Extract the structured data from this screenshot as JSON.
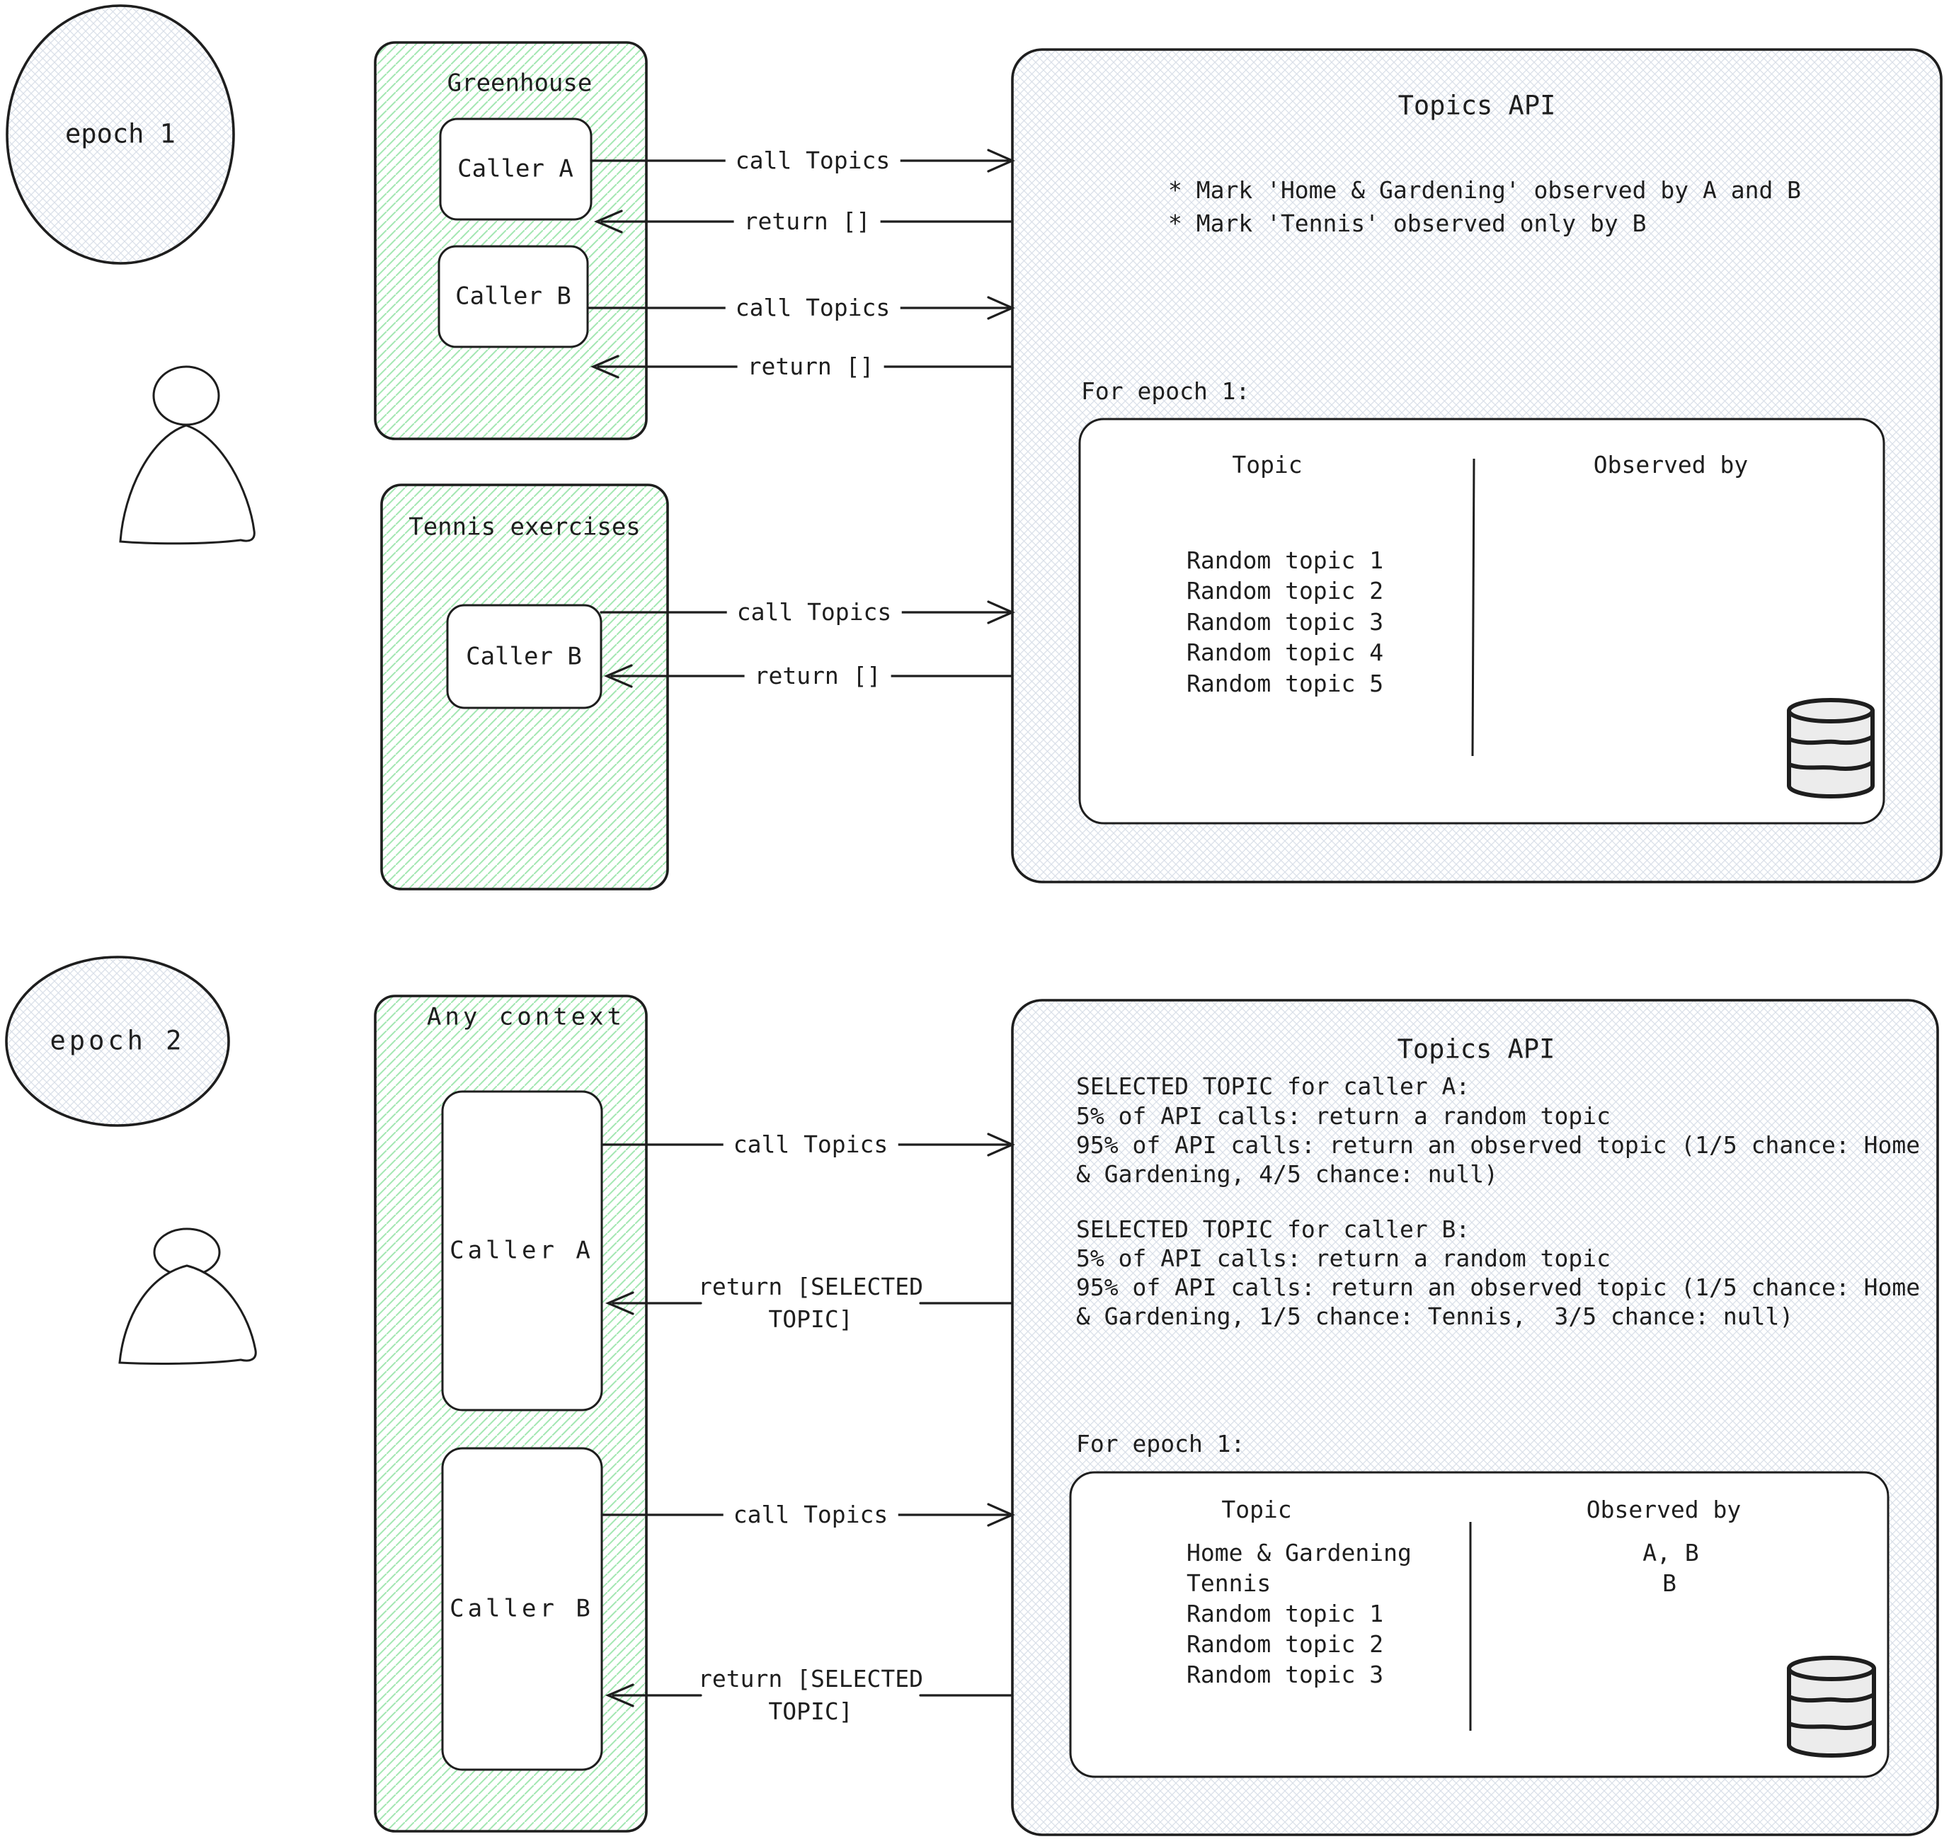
{
  "colors": {
    "ink": "#1e1e1e",
    "green_hatch": "#a3e7b2",
    "gray_hatch": "#d9dfe9",
    "db_fill": "#ececec"
  },
  "epoch1": {
    "label": "epoch 1"
  },
  "epoch2": {
    "label": "epoch 2"
  },
  "greenhouse": {
    "title": "Greenhouse",
    "caller_a": "Caller A",
    "caller_b": "Caller B"
  },
  "tennis": {
    "title": "Tennis exercises",
    "caller_b": "Caller B"
  },
  "any_context": {
    "title": "Any context",
    "caller_a": "Caller A",
    "caller_b": "Caller B"
  },
  "arrows": {
    "call": "call Topics",
    "return_empty": "return []",
    "return_selected_line1": "return [SELECTED",
    "return_selected_line2": "TOPIC]"
  },
  "api_top": {
    "title": "Topics API",
    "bullet1": "* Mark 'Home & Gardening' observed by A and B",
    "bullet2": "* Mark 'Tennis' observed only by B",
    "epoch_heading": "For epoch 1:",
    "col_topic": "Topic",
    "col_observed": "Observed by",
    "rows": [
      {
        "topic": "Random topic 1",
        "observed": ""
      },
      {
        "topic": "Random topic 2",
        "observed": ""
      },
      {
        "topic": "Random topic 3",
        "observed": ""
      },
      {
        "topic": "Random topic 4",
        "observed": ""
      },
      {
        "topic": "Random topic 5",
        "observed": ""
      }
    ]
  },
  "api_bottom": {
    "title": "Topics API",
    "caller_a_lines": [
      "SELECTED TOPIC for caller A:",
      "5% of API calls: return a random topic",
      "95% of API calls: return an observed topic (1/5 chance: Home",
      "& Gardening, 4/5 chance: null)"
    ],
    "caller_b_lines": [
      "SELECTED TOPIC for caller B:",
      "5% of API calls: return a random topic",
      "95% of API calls: return an observed topic (1/5 chance: Home",
      "& Gardening, 1/5 chance: Tennis,  3/5 chance: null)"
    ],
    "epoch_heading": "For epoch 1:",
    "col_topic": "Topic",
    "col_observed": "Observed by",
    "rows": [
      {
        "topic": "Home & Gardening",
        "observed": "A, B"
      },
      {
        "topic": "Tennis",
        "observed": "B"
      },
      {
        "topic": "Random topic 1",
        "observed": ""
      },
      {
        "topic": "Random topic 2",
        "observed": ""
      },
      {
        "topic": "Random topic 3",
        "observed": ""
      }
    ]
  }
}
